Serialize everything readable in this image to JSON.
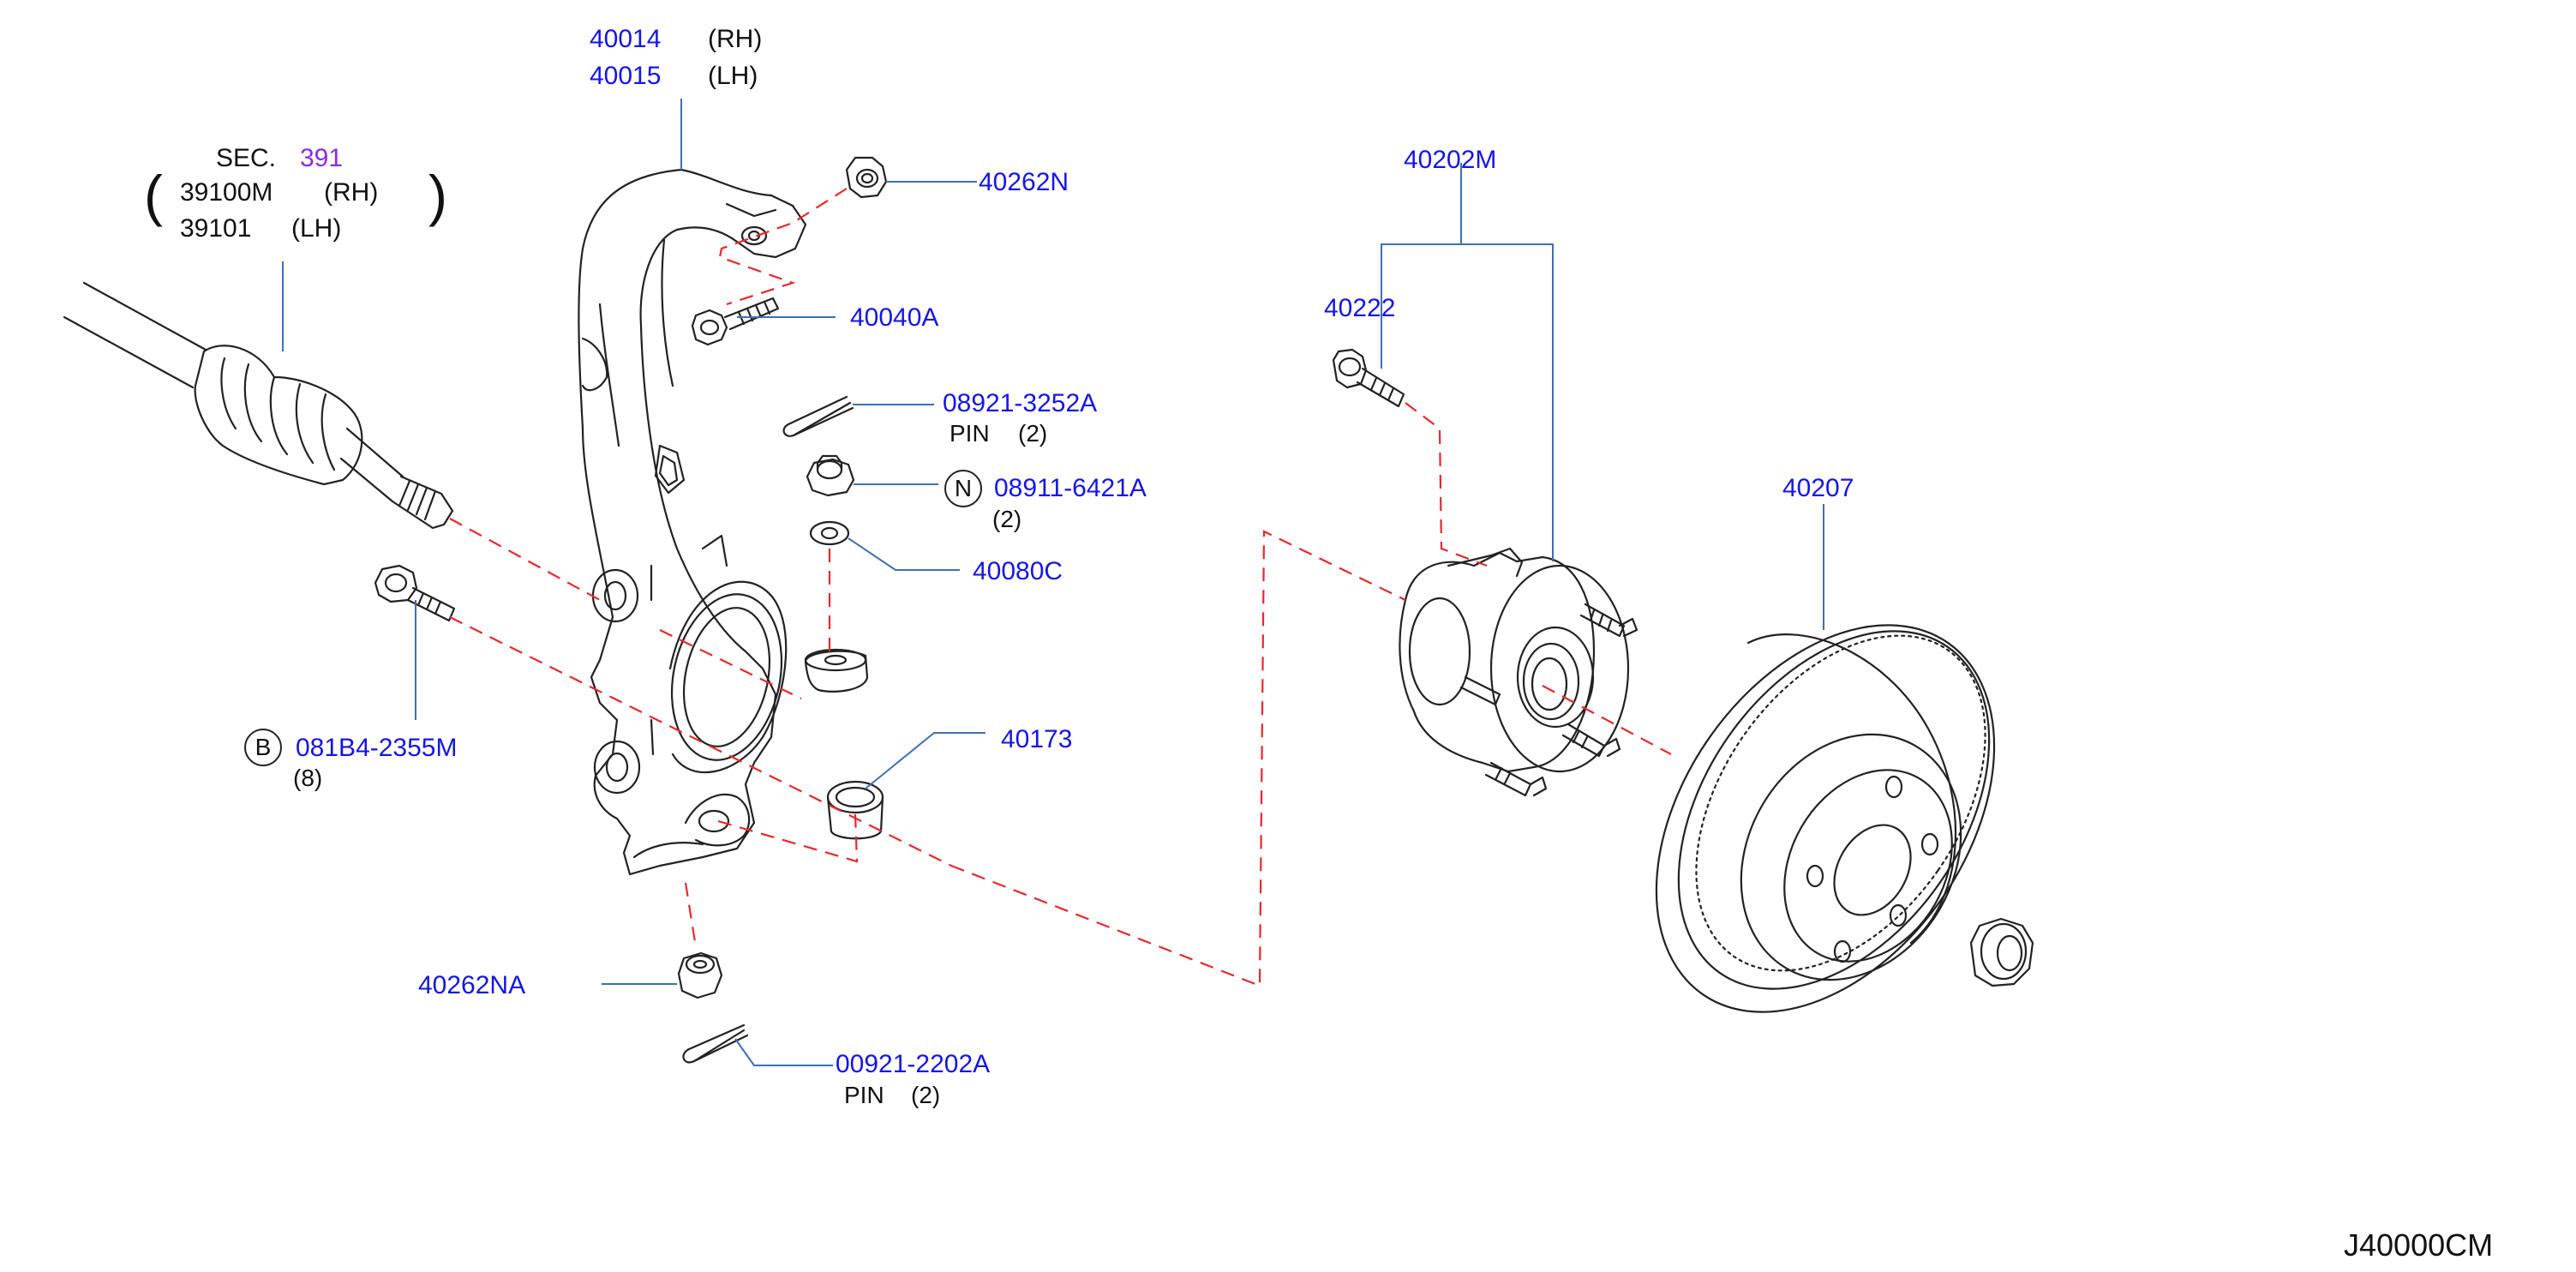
{
  "colors": {
    "part_number": "#1515e6",
    "section_ref": "#8a2be2",
    "leader": "#3f6fb5",
    "dashed": "#e8282d",
    "outline": "#222222"
  },
  "labels": {
    "knuckle_rh_no": "40014",
    "knuckle_rh_side": "(RH)",
    "knuckle_lh_no": "40015",
    "knuckle_lh_side": "(LH)",
    "sec_word": "SEC.",
    "sec_no": "391",
    "shaft_rh_no": "39100M",
    "shaft_rh_side": "(RH)",
    "shaft_lh_no": "39101",
    "shaft_lh_side": "(LH)",
    "nut_top": "40262N",
    "bolt_top": "40040A",
    "pin1_no": "08921-3252A",
    "pin1_word": "PIN",
    "pin1_qty": "(2)",
    "nut_n_badge": "N",
    "nut_n_no": "08911-6421A",
    "nut_n_qty": "(2)",
    "washer": "40080C",
    "bushing": "40173",
    "bolt_b_badge": "B",
    "bolt_b_no": "081B4-2355M",
    "bolt_b_qty": "(8)",
    "nut_bottom": "40262NA",
    "pin2_no": "00921-2202A",
    "pin2_word": "PIN",
    "pin2_qty": "(2)",
    "hub_assembly": "40202M",
    "hub_bolt": "40222",
    "rotor": "40207",
    "diagram_code": "J40000CM"
  }
}
